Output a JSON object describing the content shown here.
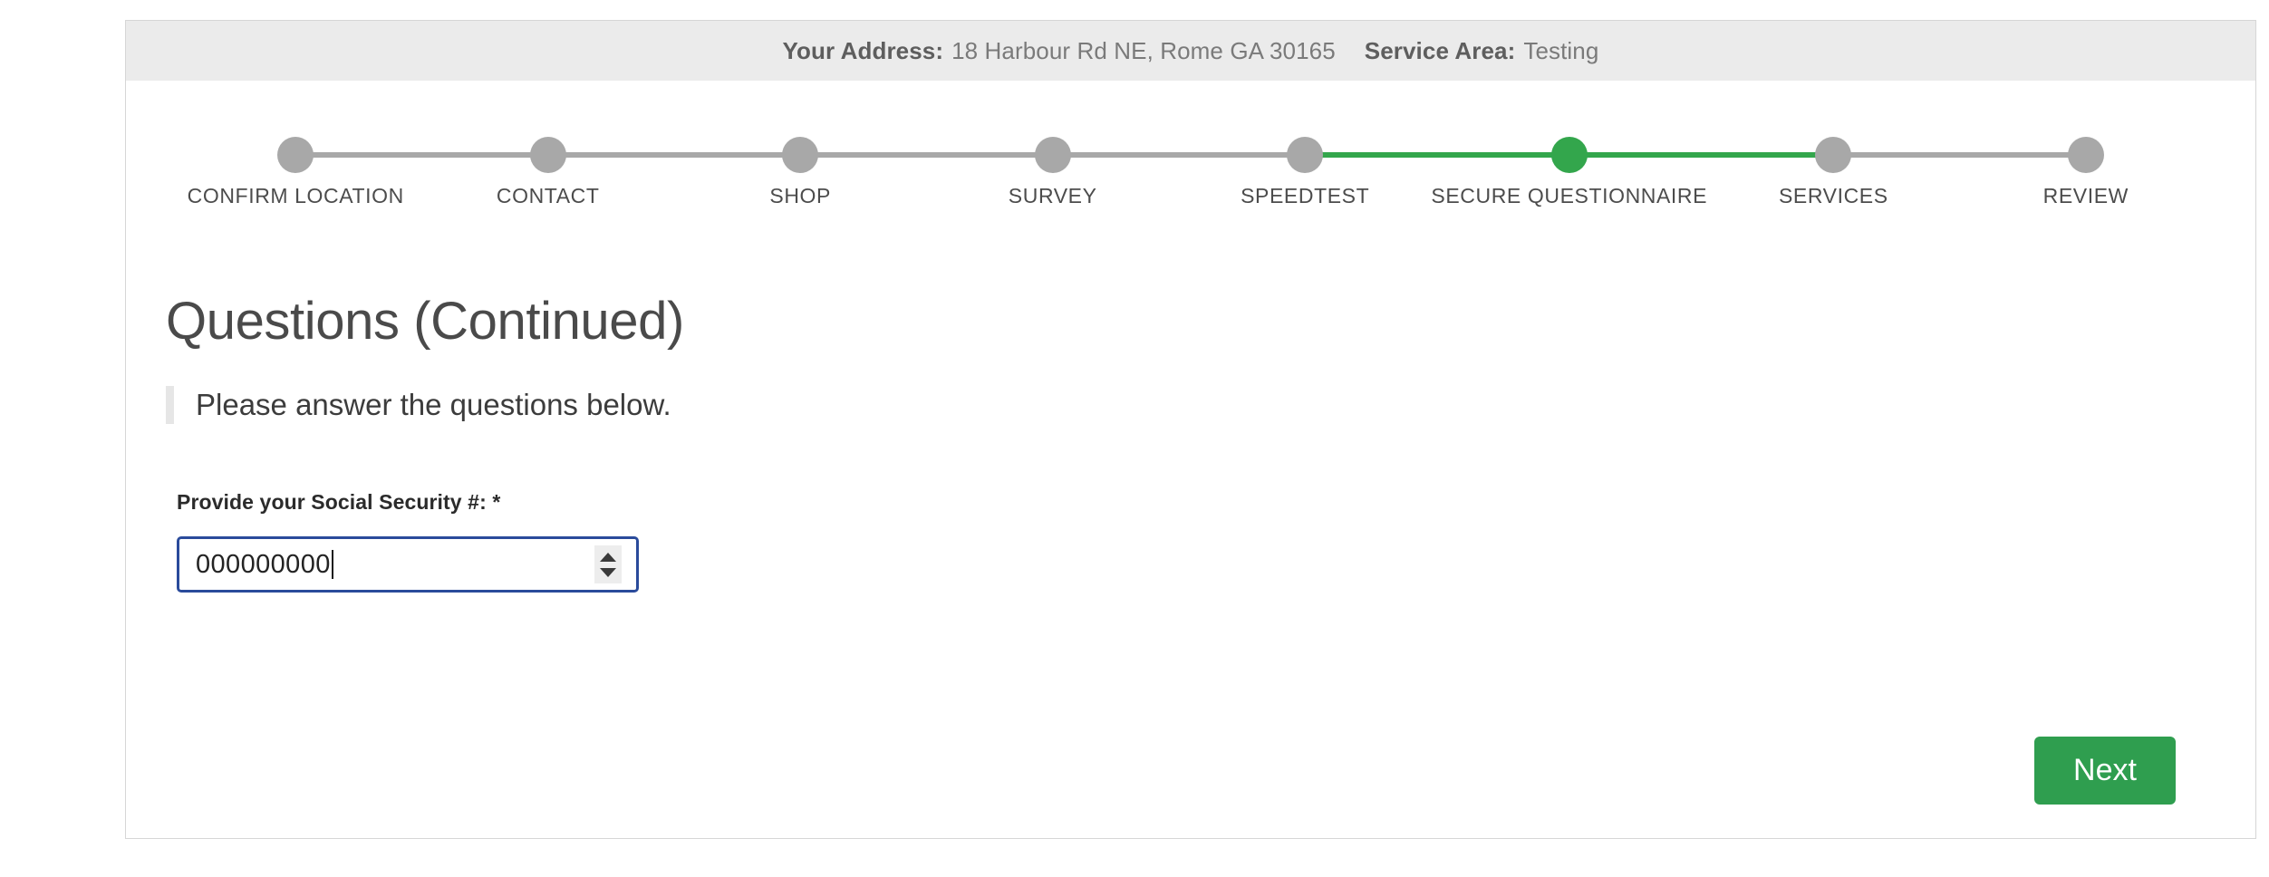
{
  "header": {
    "address_label": "Your Address:",
    "address_value": "18 Harbour Rd NE, Rome GA 30165",
    "service_area_label": "Service Area:",
    "service_area_value": "Testing"
  },
  "stepper": {
    "active_color": "#33a64c",
    "inactive_color": "#a8a8a8",
    "active_index": 5,
    "steps": [
      {
        "label": "CONFIRM LOCATION",
        "state": "inactive"
      },
      {
        "label": "CONTACT",
        "state": "inactive"
      },
      {
        "label": "SHOP",
        "state": "inactive"
      },
      {
        "label": "SURVEY",
        "state": "inactive"
      },
      {
        "label": "SPEEDTEST",
        "state": "inactive"
      },
      {
        "label": "SECURE QUESTIONNAIRE",
        "state": "active"
      },
      {
        "label": "SERVICES",
        "state": "inactive"
      },
      {
        "label": "REVIEW",
        "state": "inactive"
      }
    ]
  },
  "main": {
    "title": "Questions (Continued)",
    "instruction": "Please answer the questions below.",
    "question": {
      "label": "Provide your Social Security #: *",
      "value": "000000000",
      "placeholder": "",
      "type": "number",
      "focused": true,
      "focus_color": "#2a4b9b"
    }
  },
  "footer": {
    "next_label": "Next",
    "next_color": "#2f9e4f"
  }
}
